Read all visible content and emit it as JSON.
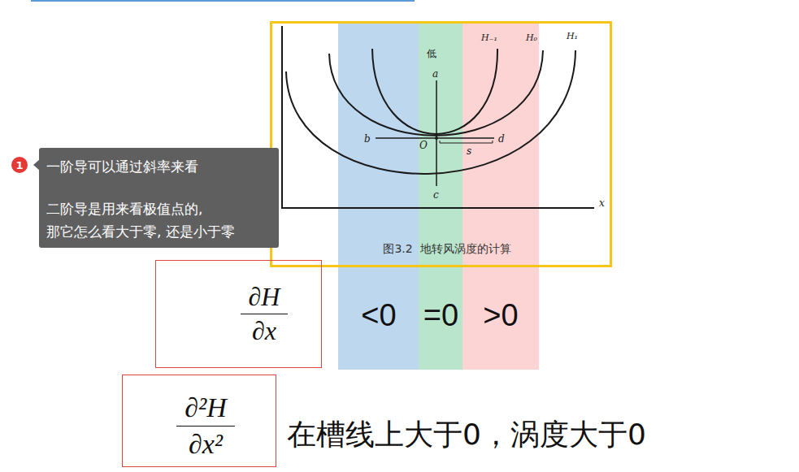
{
  "diagram": {
    "caption": "图3.2  地转风涡度的计算",
    "nodes": [
      {
        "text": [
          "1"
        ]
      },
      {
        "text": [
          "一阶导可以通过斜率来看",
          "二阶导是用来看极值点的, 那它怎么看大于零, 还是小于零"
        ]
      },
      {
        "text": [
          "<0"
        ]
      },
      {
        "text": [
          "=0"
        ]
      },
      {
        "text": [
          ">0"
        ]
      },
      {
        "text": [
          "∂H",
          "∂x"
        ]
      },
      {
        "text": [
          "∂²H",
          "∂x²"
        ]
      }
    ],
    "labels": [
      "H₋₁",
      "H₀",
      "H₁",
      "低",
      "a",
      "b",
      "O",
      "d",
      "s",
      "c",
      "x",
      "在槽线上大于0，涡度大于0"
    ]
  }
}
